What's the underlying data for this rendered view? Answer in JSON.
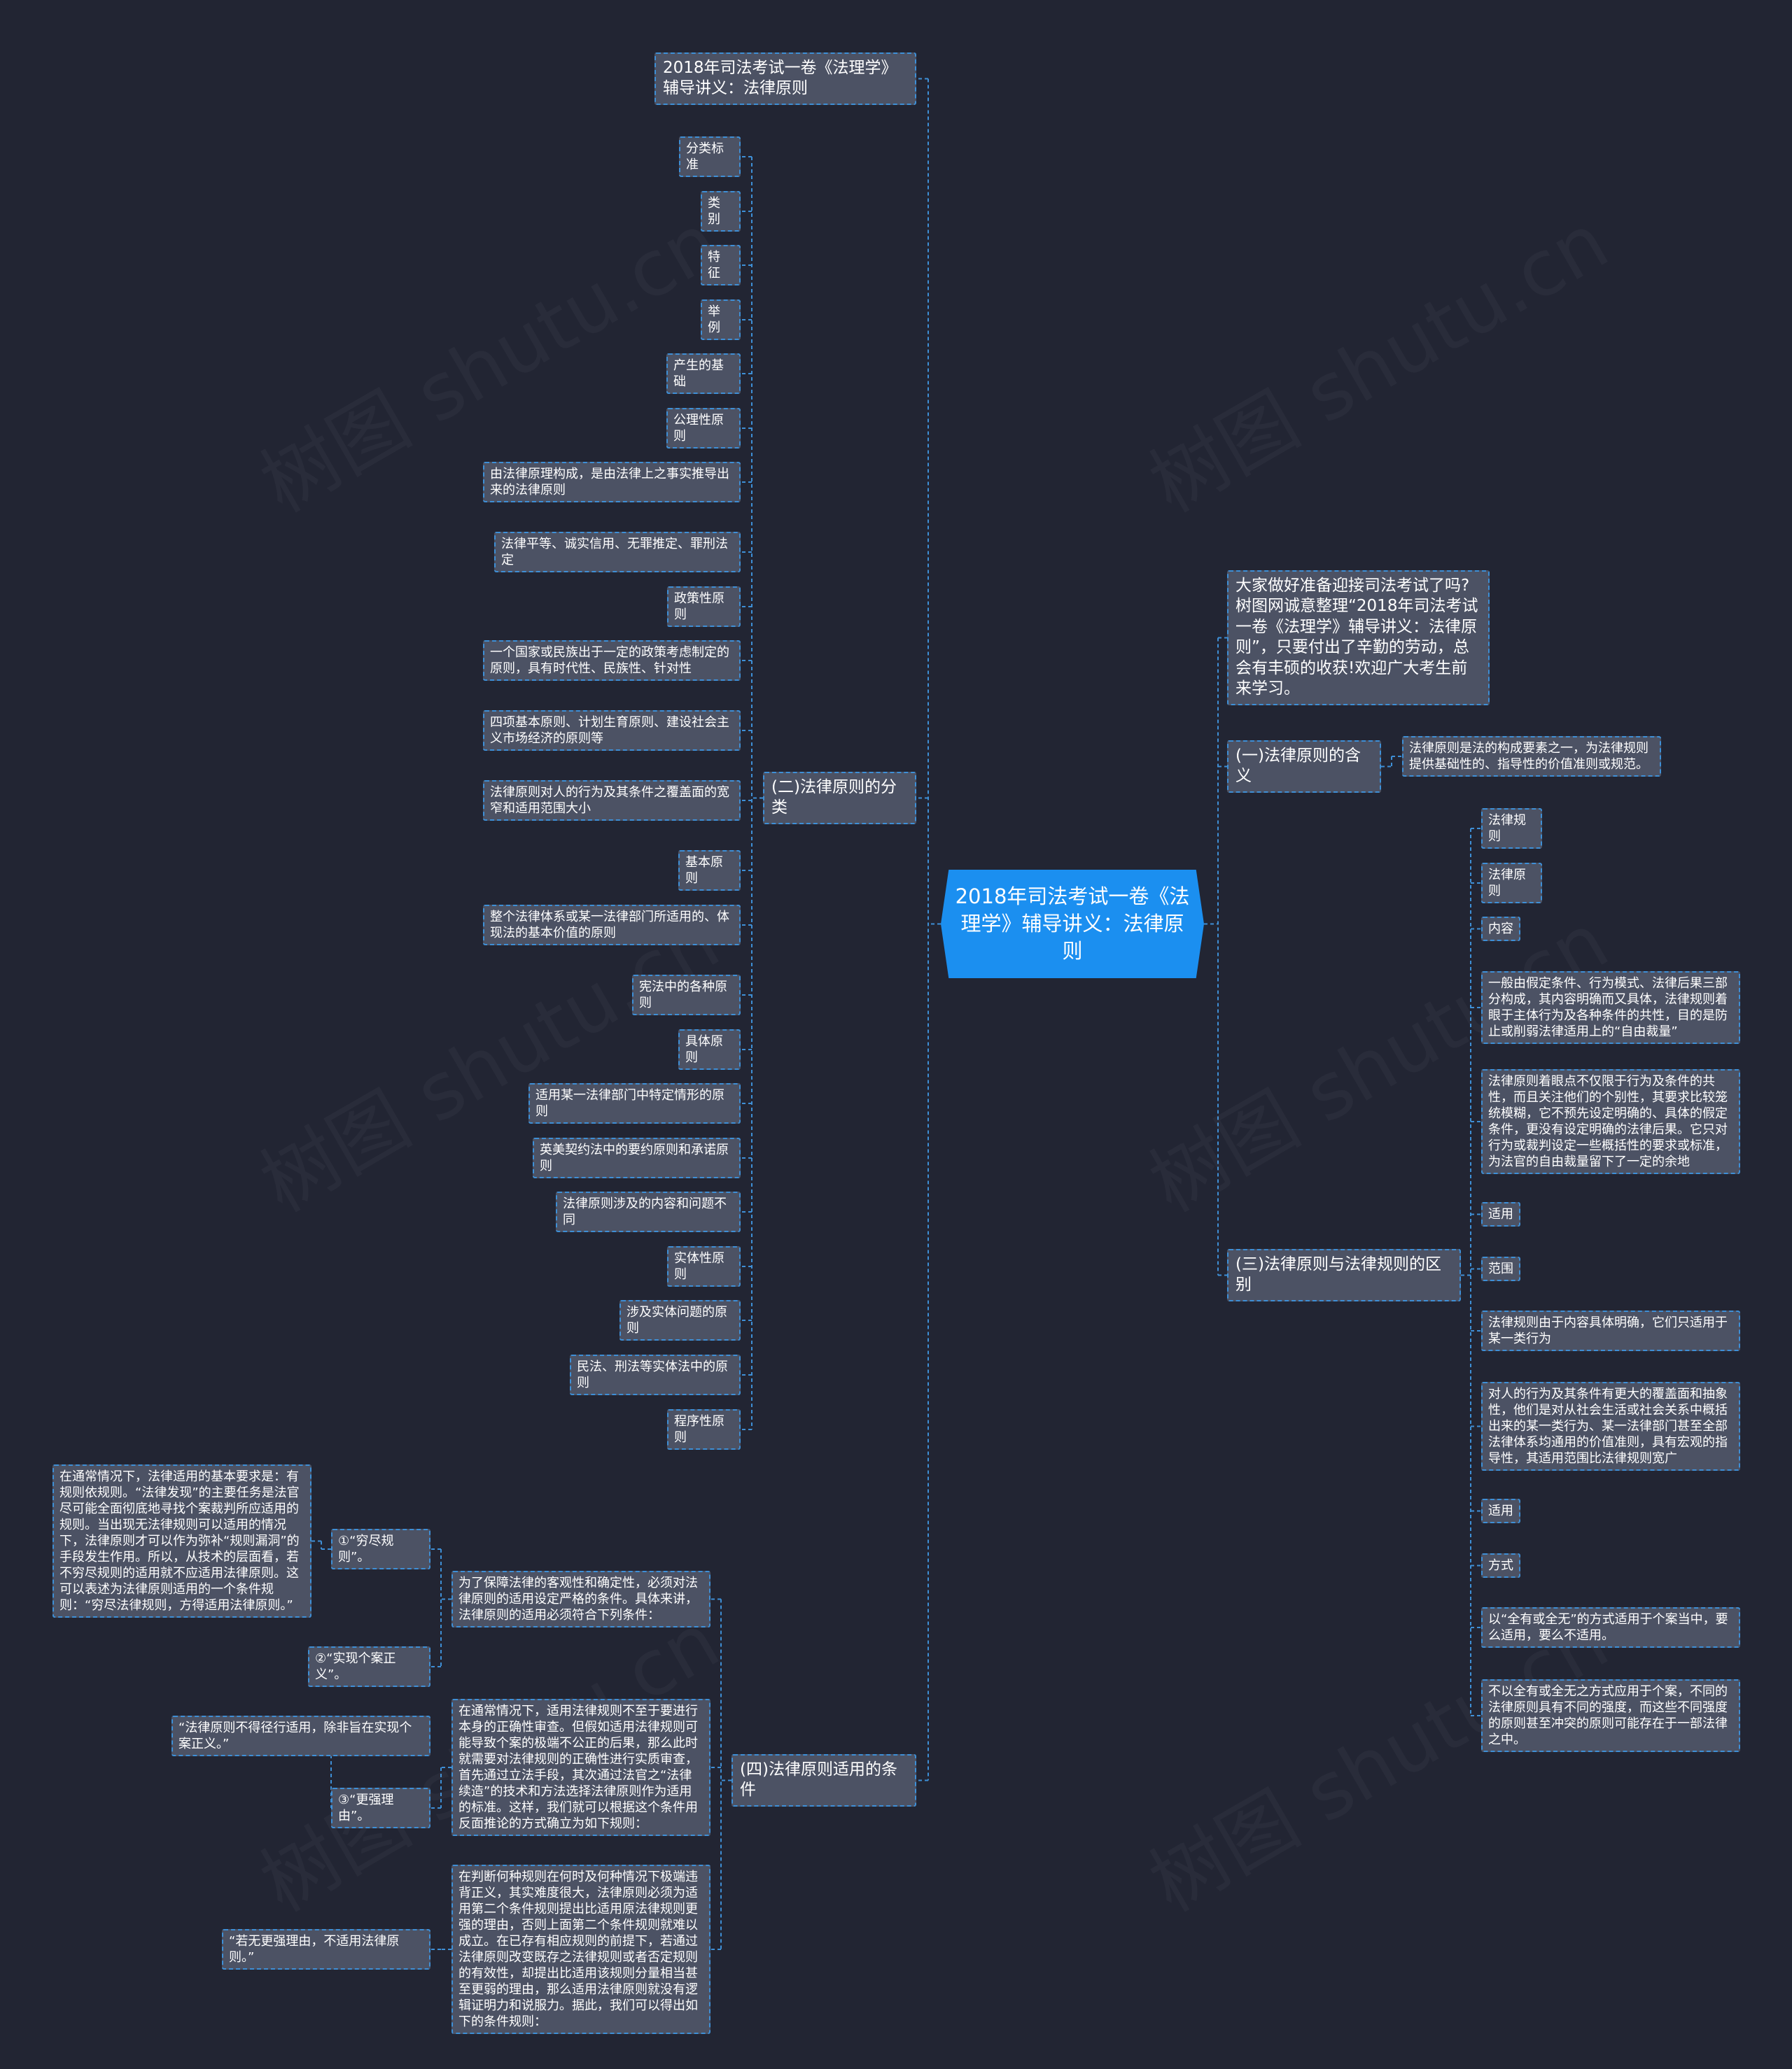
{
  "root": {
    "text": "2018年司法考试一卷《法理学》辅导讲义：法律原则"
  },
  "watermark": "树图 shutu.cn",
  "left": {
    "title_node": "2018年司法考试一卷《法理学》辅导讲义：法律原则",
    "classification": {
      "label": "(二)法律原则的分类",
      "items": [
        "分类标准",
        "类 别",
        "特 征",
        "举 例",
        "产生的基础",
        "公理性原则",
        "由法律原理构成，是由法律上之事实推导出来的法律原则",
        "法律平等、诚实信用、无罪推定、罪刑法定",
        "政策性原则",
        "一个国家或民族出于一定的政策考虑制定的原则，具有时代性、民族性、针对性",
        "四项基本原则、计划生育原则、建设社会主义市场经济的原则等",
        "法律原则对人的行为及其条件之覆盖面的宽窄和适用范围大小",
        "基本原则",
        "整个法律体系或某一法律部门所适用的、体现法的基本价值的原则",
        "宪法中的各种原则",
        "具体原则",
        "适用某一法律部门中特定情形的原则",
        "英美契约法中的要约原则和承诺原则",
        "法律原则涉及的内容和问题不同",
        "实体性原则",
        "涉及实体问题的原则",
        "民法、刑法等实体法中的原则",
        "程序性原则"
      ]
    },
    "conditions": {
      "label": "(四)法律原则适用的条件",
      "sub": [
        "为了保障法律的客观性和确定性，必须对法律原则的适用设定严格的条件。具体来讲，法律原则的适用必须符合下列条件：",
        "在通常情况下，适用法律规则不至于要进行本身的正确性审查。但假如适用法律规则可能导致个案的极端不公正的后果，那么此时就需要对法律规则的正确性进行实质审查，首先通过立法手段，其次通过法官之“法律续造”的技术和方法选择法律原则作为适用的标准。这样，我们就可以根据这个条件用反面推论的方式确立为如下规则：",
        "在判断何种规则在何时及何种情况下极端违背正义，其实难度很大，法律原则必须为适用第二个条件规则提出比适用原法律规则更强的理由，否则上面第二个条件规则就难以成立。在已存有相应规则的前提下，若通过法律原则改变既存之法律规则或者否定规则的有效性，却提出比适用该规则分量相当甚至更弱的理由，那么适用法律原则就没有逻辑证明力和说服力。据此，我们可以得出如下的条件规则："
      ],
      "leaves": [
        "①“穷尽规则”。",
        "在通常情况下，法律适用的基本要求是：有规则依规则。“法律发现”的主要任务是法官尽可能全面彻底地寻找个案裁判所应适用的规则。当出现无法律规则可以适用的情况下，法律原则才可以作为弥补“规则漏洞”的手段发生作用。所以，从技术的层面看，若不穷尽规则的适用就不应适用法律原则。这可以表述为法律原则适用的一个条件规则：“穷尽法律规则，方得适用法律原则。”",
        "②“实现个案正义”。",
        "“法律原则不得径行适用，除非旨在实现个案正义。”",
        "③“更强理由”。",
        "“若无更强理由，不适用法律原则。”"
      ]
    }
  },
  "right": {
    "intro": "大家做好准备迎接司法考试了吗?树图网诚意整理“2018年司法考试一卷《法理学》辅导讲义：法律原则”，只要付出了辛勤的劳动，总会有丰硕的收获!欢迎广大考生前来学习。",
    "meaning": {
      "label": "(一)法律原则的含义",
      "desc": "法律原则是法的构成要素之一，为法律规则提供基础性的、指导性的价值准则或规范。"
    },
    "difference": {
      "label": "(三)法律原则与法律规则的区别",
      "items": [
        "法律规则",
        "法律原则",
        "内容",
        "一般由假定条件、行为模式、法律后果三部分构成，其内容明确而又具体，法律规则着眼于主体行为及各种条件的共性，目的是防止或削弱法律适用上的“自由裁量”",
        "法律原则着眼点不仅限于行为及条件的共性，而且关注他们的个别性，其要求比较笼统模糊，它不预先设定明确的、具体的假定条件，更没有设定明确的法律后果。它只对行为或裁判设定一些概括性的要求或标准，为法官的自由裁量留下了一定的余地",
        "适用",
        "范围",
        "法律规则由于内容具体明确，它们只适用于某一类行为",
        "对人的行为及其条件有更大的覆盖面和抽象性，他们是对从社会生活或社会关系中概括出来的某一类行为、某一法律部门甚至全部法律体系均通用的价值准则，具有宏观的指导性，其适用范围比法律规则宽广",
        "适用",
        "方式",
        "以“全有或全无”的方式适用于个案当中，要么适用，要么不适用。",
        "不以全有或全无之方式应用于个案，不同的法律原则具有不同的强度，而这些不同强度的原则甚至冲突的原则可能存在于一部法律之中。"
      ]
    }
  }
}
